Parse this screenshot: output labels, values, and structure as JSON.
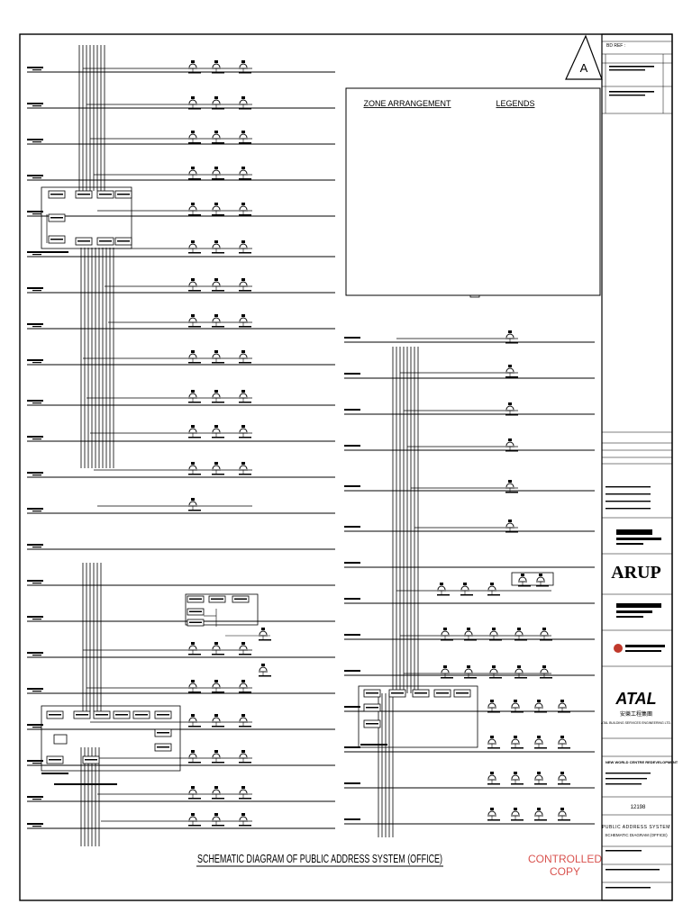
{
  "drawing": {
    "title": "SCHEMATIC DIAGRAM OF PUBLIC ADDRESS SYSTEM (OFFICE)",
    "stamp": [
      "CONTROLLED",
      "COPY"
    ],
    "revision_letter": "A",
    "ref_label": "BD REF :",
    "stamp_color": "#d9534f"
  },
  "zone_table": {
    "heading": "ZONE ARRANGEMENT"
  },
  "legends": {
    "heading": "LEGENDS"
  },
  "title_block": {
    "arup_logo": "ARUP",
    "atal_logo": "ATAL",
    "atal_chinese": "安樂工程集團",
    "atal_english": "ATAL BUILDING SERVICES ENGINEERING LTD.",
    "project_title": "NEW WORLD CENTRE REDEVELOPMENT",
    "drawing_number": "12198",
    "drawing_title_lines": [
      "PUBLIC ADDRESS SYSTEM",
      "SCHEMATIC DIAGRAM (OFFICE)"
    ]
  }
}
